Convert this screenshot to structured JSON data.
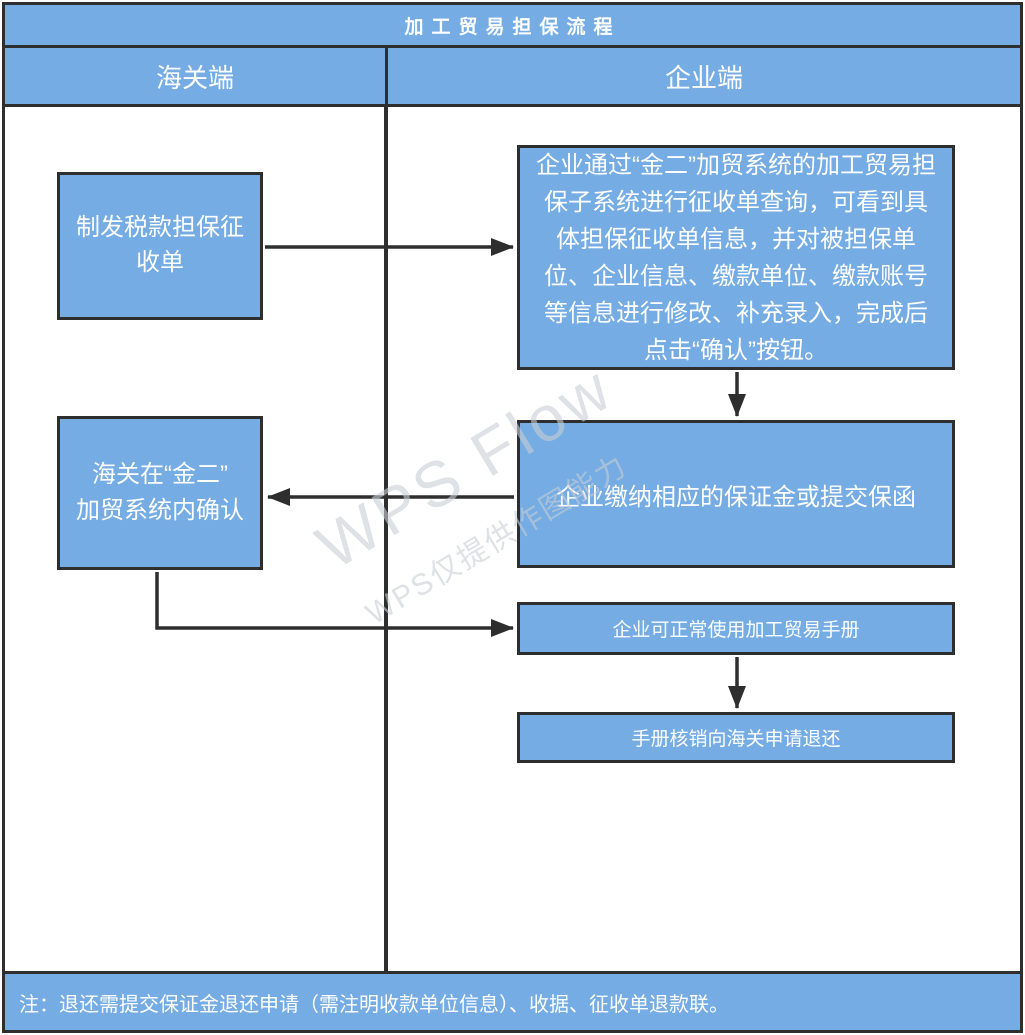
{
  "header": {
    "title": "加工贸易担保流程",
    "columns": {
      "customs": "海关端",
      "enterprise": "企业端"
    }
  },
  "nodes": {
    "customs_issue": "制发税款担保征\n收单",
    "customs_confirm": "海关在“金二”\n加贸系统内确认",
    "enterprise_query": "企业通过“金二”加贸系统的加工贸易担保子系统进行征收单查询，可看到具体担保征收单信息，并对被担保单位、企业信息、缴款单位、缴款账号等信息进行修改、补充录入，完成后点击“确认”按钮。",
    "enterprise_pay": "企业缴纳相应的保证金或提交保函",
    "enterprise_use": "企业可正常使用加工贸易手册",
    "enterprise_refund": "手册核销向海关申请退还"
  },
  "footer": {
    "note": "注：退还需提交保证金退还申请（需注明收款单位信息）、收据、征收单退款联。"
  },
  "watermark": {
    "line1": "WPS Flow",
    "line2": "WPS仅提供作图能力"
  },
  "colors": {
    "node_fill": "#74ACE3",
    "line": "#2E2E2E",
    "text": "#FFFFFF"
  }
}
